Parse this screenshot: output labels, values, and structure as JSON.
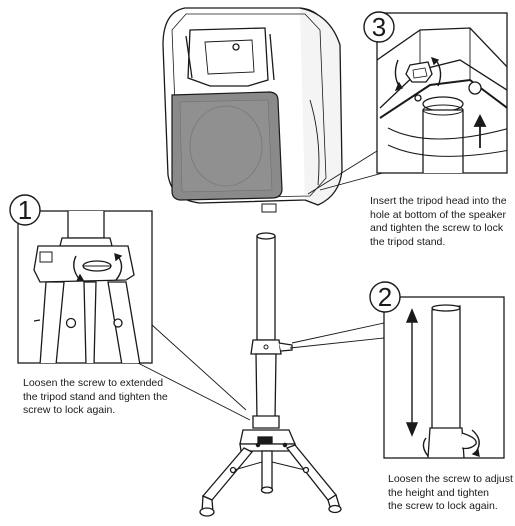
{
  "steps": [
    {
      "number": "1",
      "caption": "Loosen the screw to extended\nthe tripod stand and tighten the\nscrew to lock again."
    },
    {
      "number": "2",
      "caption": "Loosen the screw to adjust\nthe height and tighten\nthe screw to lock again."
    },
    {
      "number": "3",
      "caption": "Insert the tripod head into the\nhole at bottom of the speaker\nand tighten the screw to lock\nthe tripod stand."
    }
  ],
  "colors": {
    "line": "#1a1a1a",
    "speaker_grille": "#8a8a8a"
  }
}
